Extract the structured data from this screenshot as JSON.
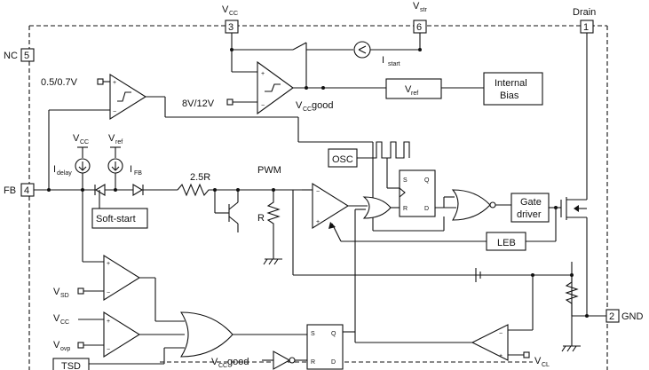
{
  "pins": {
    "vcc": {
      "num": "3",
      "label": "V",
      "sub": "CC"
    },
    "vstr": {
      "num": "6",
      "label": "V",
      "sub": "str"
    },
    "drain": {
      "num": "1",
      "label": "Drain"
    },
    "nc": {
      "num": "5",
      "label": "NC"
    },
    "fb": {
      "num": "4",
      "label": "FB"
    },
    "gnd": {
      "num": "2",
      "label": "GND"
    }
  },
  "blocks": {
    "internal_bias": [
      "Internal",
      "Bias"
    ],
    "vref": {
      "label": "V",
      "sub": "ref"
    },
    "osc": "OSC",
    "gate_driver": [
      "Gate",
      "driver"
    ],
    "leb": "LEB",
    "soft_start": "Soft-start",
    "tsd": "TSD"
  },
  "labels": {
    "uvlo_ref": "0.5/0.7V",
    "vcc_thresholds": "8V/12V",
    "vcc_good": {
      "label": "V",
      "sub": "CC",
      "suffix": " good"
    },
    "vcc_good_bottom": {
      "label": "V",
      "sub": "CC",
      "suffix": " good"
    },
    "istart": {
      "label": "I",
      "sub": "start"
    },
    "idelay": {
      "label": "I",
      "sub": "delay"
    },
    "ifb": {
      "label": "I",
      "sub": "FB"
    },
    "vcc_src": {
      "label": "V",
      "sub": "CC"
    },
    "vref_src": {
      "label": "V",
      "sub": "ref"
    },
    "resistor_25r": "2.5R",
    "pwm": "PWM",
    "resistor_r": "R",
    "vsd": {
      "label": "V",
      "sub": "SD"
    },
    "vcc_cmp": {
      "label": "V",
      "sub": "CC"
    },
    "vovp": {
      "label": "V",
      "sub": "ovp"
    },
    "vcl": {
      "label": "V",
      "sub": "CL"
    },
    "ff1": {
      "s": "S",
      "r": "R",
      "q": "Q",
      "qb": "D"
    },
    "ff2": {
      "s": "S",
      "r": "R",
      "q": "Q",
      "qb": "D"
    }
  }
}
